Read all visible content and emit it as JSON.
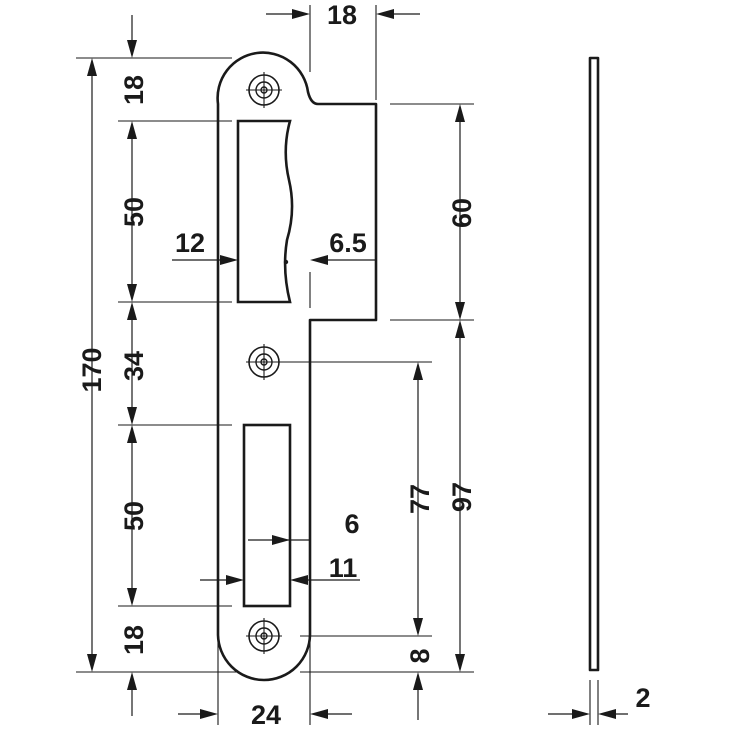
{
  "dimensions": {
    "top_width": "18",
    "plate_height": "170",
    "top_edge_to_slot": "18",
    "upper_slot_height": "50",
    "between_slots": "34",
    "lower_slot_height": "50",
    "bottom_edge_to_slot": "18",
    "upper_slot_offset": "12",
    "upper_slot_depth": "6.5",
    "lower_slot_depth": "6",
    "lower_slot_offset": "11",
    "lip_height": "60",
    "screw_to_bottom_hole": "77",
    "lip_to_bottom": "97",
    "bottom_hole_offset": "8",
    "plate_width": "24",
    "plate_thickness": "2"
  }
}
